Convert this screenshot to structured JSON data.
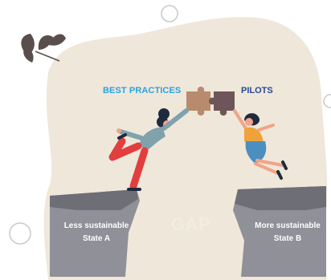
{
  "labels": {
    "best_practices": "BEST PRACTICES",
    "pilots": "PILOTS",
    "gap": "GAP",
    "state_a_line1": "Less sustainable",
    "state_a_line2": "State A",
    "state_b_line1": "More sustainable",
    "state_b_line2": "State B"
  },
  "colors": {
    "blob": "#efe7da",
    "cliff": "#8f9098",
    "cliff_top": "#6d6e76",
    "best_practices_text": "#2aa3dc",
    "pilots_text": "#274a93",
    "puzzle_left": "#b88b6f",
    "puzzle_right": "#6e5559",
    "leaves": "#5a4e4c"
  }
}
